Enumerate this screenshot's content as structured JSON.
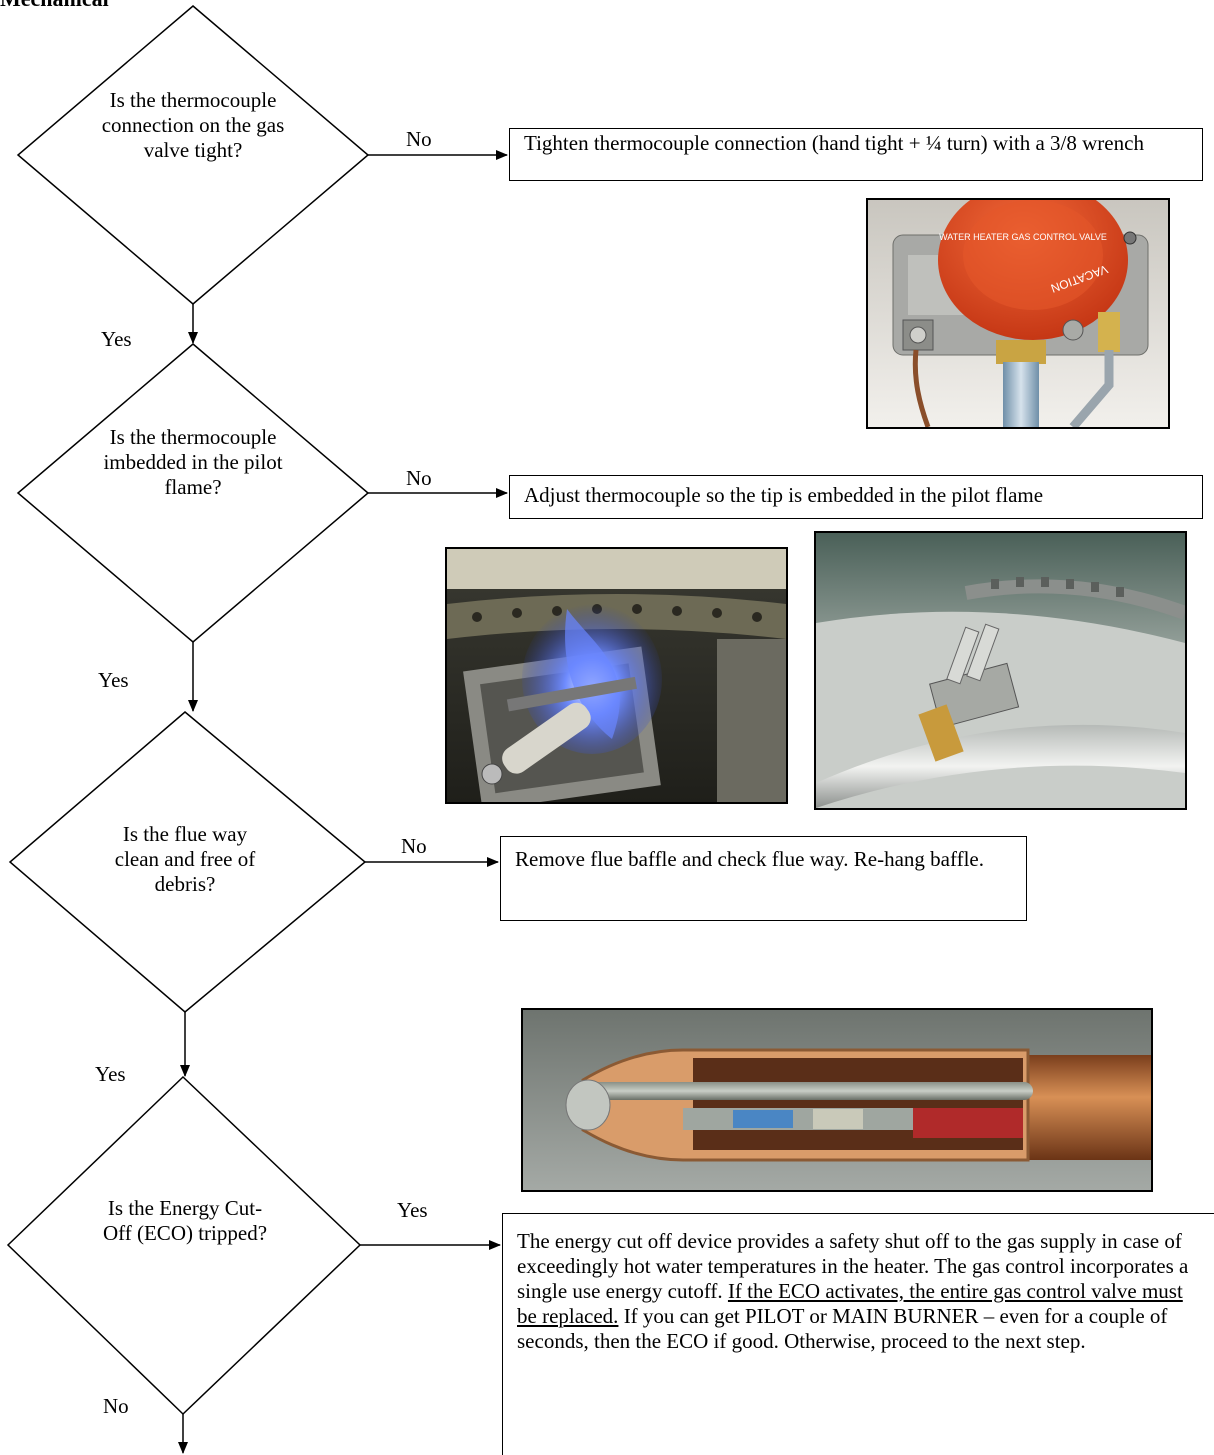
{
  "header": "Mechanical",
  "decisions": [
    {
      "text": "Is the thermocouple connection on the gas valve tight?"
    },
    {
      "text": "Is the thermocouple imbedded in the pilot flame?"
    },
    {
      "text": "Is the flue way clean and free of debris?"
    },
    {
      "text": "Is the Energy Cut-Off (ECO) tripped?"
    }
  ],
  "edge_labels": {
    "d1_no": "No",
    "d1_yes": "Yes",
    "d2_no": "No",
    "d2_yes": "Yes",
    "d3_no": "No",
    "d3_yes": "Yes",
    "d4_yes": "Yes",
    "d4_no": "No"
  },
  "actions": {
    "a1": "Tighten thermocouple connection (hand tight + ¼ turn) with a 3/8 wrench",
    "a2": "Adjust thermocouple so the tip is embedded in the pilot flame",
    "a3": "Remove flue baffle and check flue way. Re-hang baffle.",
    "a4_part1": "The energy cut off device provides a safety shut off to the gas supply in case of exceedingly hot water temperatures in the heater. The gas control incorporates a single use energy cutoff. ",
    "a4_underlined": "If the ECO activates, the entire gas control valve must be replaced.",
    "a4_part2": " If you can get PILOT or MAIN BURNER – even for a couple of seconds, then the ECO if good. Otherwise, proceed to the next step."
  },
  "photos": {
    "gas_valve_label": "WATER HEATER GAS CONTROL VALVE",
    "gas_valve_rim": "VACATION"
  }
}
